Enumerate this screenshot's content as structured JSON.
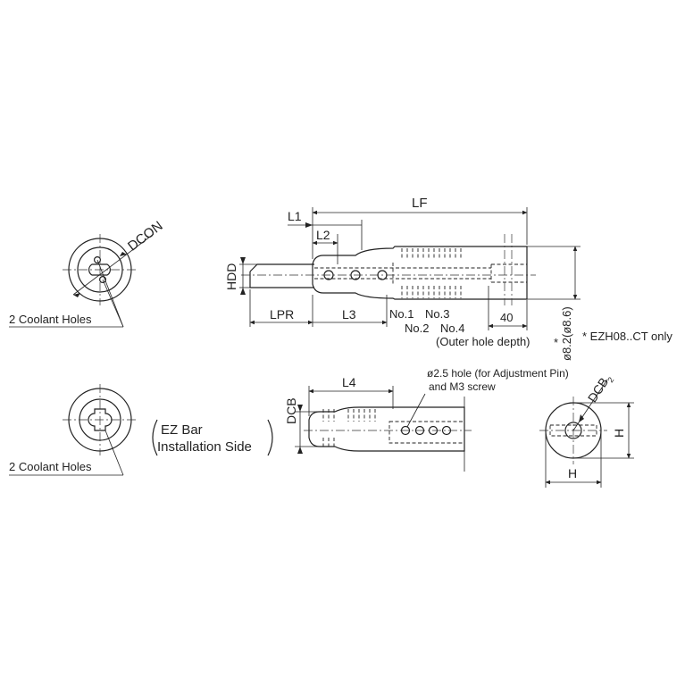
{
  "labels": {
    "lf": "LF",
    "l1": "L1",
    "l2": "L2",
    "hdd": "HDD",
    "lpr": "LPR",
    "l3": "L3",
    "no1": "No.1",
    "no2": "No.2",
    "no3": "No.3",
    "no4": "No.4",
    "outer_hole_depth": "(Outer hole depth)",
    "forty": "40",
    "dia_note": "ø8.2(ø8.6)",
    "asterisk": "*",
    "ezh_note": "* EZH08..CT only",
    "dcon": "DCON",
    "coolant_top": "2 Coolant Holes",
    "coolant_bottom": "2 Coolant Holes",
    "ez_bar_line1": "EZ Bar",
    "ez_bar_line2": "Installation Side",
    "l4": "L4",
    "dcb": "DCB",
    "hole_note_line1": "ø2.5 hole (for Adjustment Pin)",
    "hole_note_line2": "and M3 screw",
    "dcb2": "DCB",
    "dcb2_sub": "2",
    "h_vertical": "H",
    "h_horizontal": "H"
  },
  "colors": {
    "line": "#222222",
    "background": "#ffffff"
  }
}
